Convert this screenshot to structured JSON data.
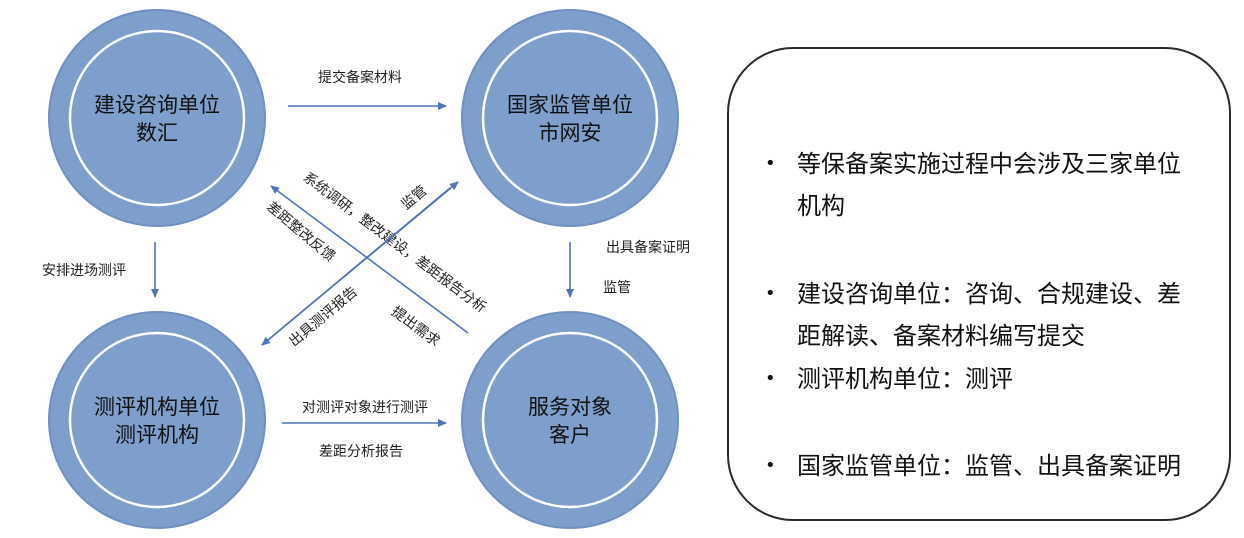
{
  "nodes": {
    "builder": {
      "line1": "建设咨询单位",
      "line2": "数汇"
    },
    "regulator": {
      "line1": "国家监管单位",
      "line2": "市网安"
    },
    "assessor": {
      "line1": "测评机构单位",
      "line2": "测评机构"
    },
    "client": {
      "line1": "服务对象",
      "line2": "客户"
    }
  },
  "edges": {
    "submit_materials": "提交备案材料",
    "arrange_assessment": "安排进场测评",
    "issue_certificate": "出具备案证明",
    "supervise_down": "监管",
    "system_research": "系统调研，整改建设，差距报告分析",
    "supervise_diag": "监管",
    "gap_feedback": "差距整改反馈",
    "issue_report": "出具测评报告",
    "raise_demand": "提出需求",
    "assess_target": "对测评对象进行测评",
    "gap_report": "差距分析报告"
  },
  "info": {
    "items": [
      "等保备案实施过程中会涉及三家单位机构",
      "建设咨询单位：咨询、合规建设、差距解读、备案材料编写提交",
      "测评机构单位：测评",
      "国家监管单位：监管、出具备案证明"
    ],
    "bullet": "•"
  },
  "colors": {
    "circle_fill": "#7e9ecb",
    "circle_ring": "#ffffff",
    "circle_outline": "#5b7db3",
    "arrow": "#4f74b8",
    "text": "#111111"
  }
}
